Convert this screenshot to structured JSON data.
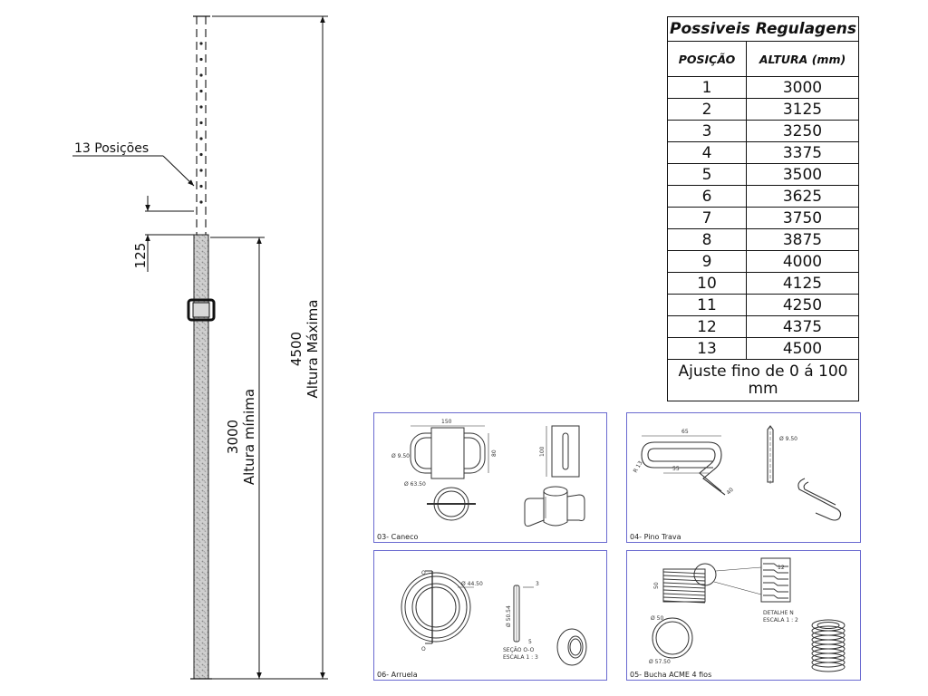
{
  "drawing": {
    "positions_callout": "13 Posições",
    "step_dimension": "125",
    "min_height_value": "3000",
    "min_height_label": "Altura mínima",
    "max_height_value": "4500",
    "max_height_label": "Altura Máxima"
  },
  "table": {
    "title": "Possiveis Regulagens",
    "col_position": "POSIÇÃO",
    "col_height": "ALTURA (mm)",
    "rows": [
      {
        "pos": "1",
        "height": "3000"
      },
      {
        "pos": "2",
        "height": "3125"
      },
      {
        "pos": "3",
        "height": "3250"
      },
      {
        "pos": "4",
        "height": "3375"
      },
      {
        "pos": "5",
        "height": "3500"
      },
      {
        "pos": "6",
        "height": "3625"
      },
      {
        "pos": "7",
        "height": "3750"
      },
      {
        "pos": "8",
        "height": "3875"
      },
      {
        "pos": "9",
        "height": "4000"
      },
      {
        "pos": "10",
        "height": "4125"
      },
      {
        "pos": "11",
        "height": "4250"
      },
      {
        "pos": "12",
        "height": "4375"
      },
      {
        "pos": "13",
        "height": "4500"
      }
    ],
    "note": "Ajuste fino de 0 á 100 mm"
  },
  "details": {
    "caneco": {
      "label": "03- Caneco",
      "dim_width": "150",
      "dim_height": "80",
      "dim_hole": "Ø 9.50",
      "dim_tube": "Ø 63.50",
      "dim_side": "100"
    },
    "pino": {
      "label": "04- Pino Trava",
      "dim_length": "65",
      "dim_inner": "55",
      "dim_radius": "R 13",
      "dim_angle": "40",
      "dim_diameter": "Ø 9.50"
    },
    "arruela": {
      "label": "06- Arruela",
      "dim_outer": "Ø 44.50",
      "dim_inner": "Ø 50.54",
      "dim_thick": "3",
      "dim_gap": "5",
      "section_label": "SEÇÃO O-O",
      "section_scale": "ESCALA 1 : 3",
      "cut_mark_top": "O",
      "cut_mark_bottom": "O"
    },
    "bucha": {
      "label": "05- Bucha ACME 4 fios",
      "dim_height": "50",
      "dim_dia1": "Ø 50",
      "dim_dia2": "Ø 57.50",
      "dim_pitch": "12",
      "detail_label": "DETALHE N",
      "detail_scale": "ESCALA 1 : 2"
    }
  }
}
